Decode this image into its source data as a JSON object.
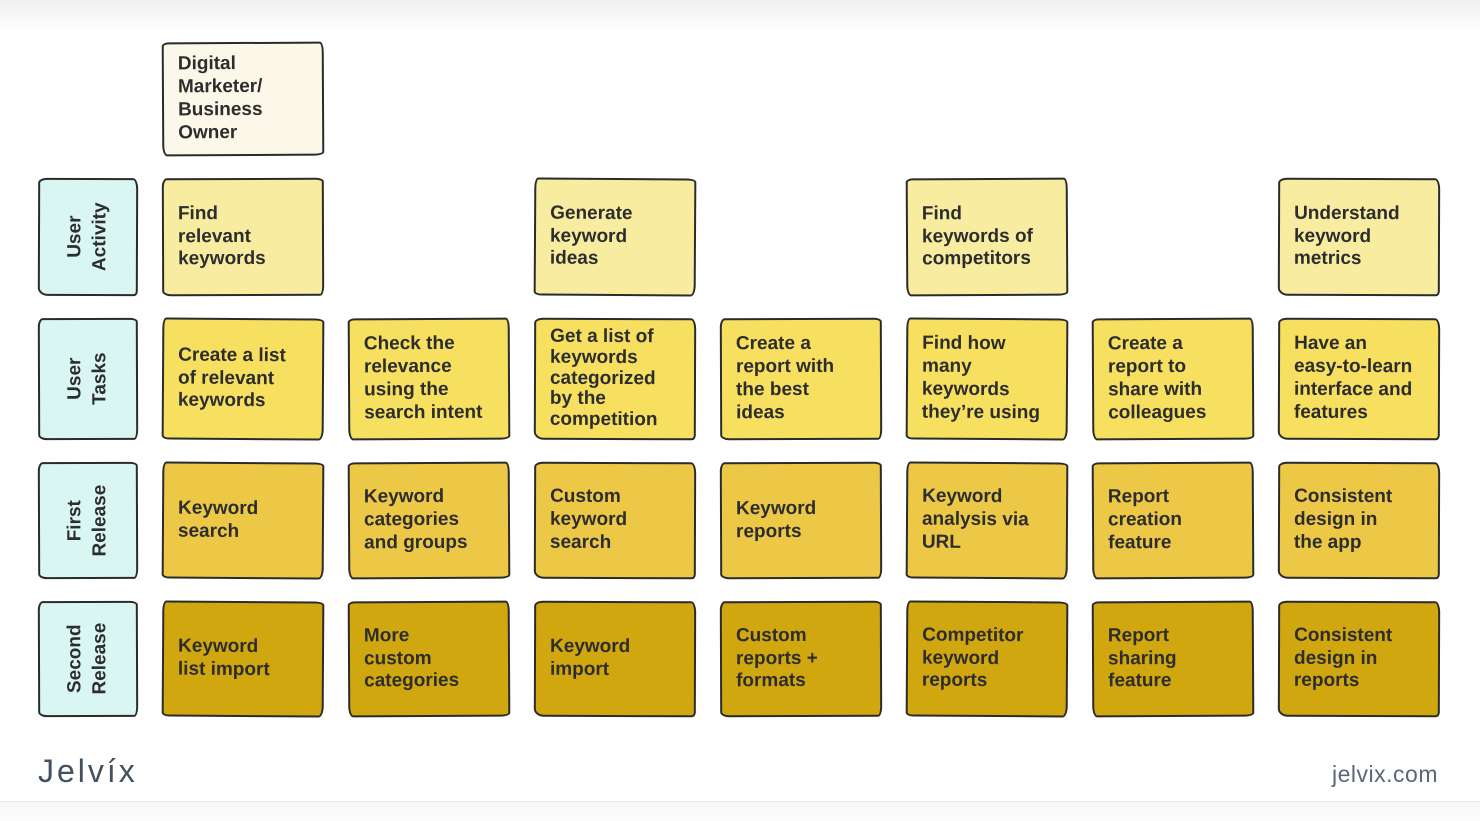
{
  "branding": {
    "logo_text": "Jelvíx",
    "website": "jelvix.com"
  },
  "persona": {
    "text": "Digital\nMarketer/\nBusiness\nOwner"
  },
  "colors": {
    "persona_sticky": "#fbf8e9",
    "label_sticky": "#d9f6f2",
    "row_user_activity": "#f8eca0",
    "row_user_tasks": "#f7e05f",
    "row_first_release": "#edc847",
    "row_second_release": "#d1a70f",
    "outline": "#2b2b2b",
    "text": "#2d2d2d",
    "logo": "#435060"
  },
  "rows": [
    {
      "label": "User\nActivity",
      "cards": [
        "Find\nrelevant\nkeywords",
        "",
        "Generate\nkeyword\nideas",
        "",
        "Find\nkeywords of\ncompetitors",
        "",
        "Understand\nkeyword\nmetrics"
      ]
    },
    {
      "label": "User\nTasks",
      "cards": [
        "Create a list\nof relevant\nkeywords",
        "Check the\nrelevance\nusing the\nsearch intent",
        "Get a list of\nkeywords\ncategorized\nby the\ncompetition",
        "Create a\nreport with\nthe best\nideas",
        "Find how\nmany\nkeywords\nthey’re using",
        "Create a\nreport to\nshare with\ncolleagues",
        "Have an\neasy-to-learn\ninterface and\nfeatures"
      ]
    },
    {
      "label": "First\nRelease",
      "cards": [
        "Keyword\nsearch",
        "Keyword\ncategories\nand groups",
        "Custom\nkeyword\nsearch",
        "Keyword\nreports",
        "Keyword\nanalysis via\nURL",
        "Report\ncreation\nfeature",
        "Consistent\ndesign in\nthe app"
      ]
    },
    {
      "label": "Second\nRelease",
      "cards": [
        "Keyword\nlist import",
        "More\ncustom\ncategories",
        "Keyword\nimport",
        "Custom\nreports +\nformats",
        "Competitor\nkeyword\nreports",
        "Report\nsharing\nfeature",
        "Consistent\ndesign in\nreports"
      ]
    }
  ]
}
